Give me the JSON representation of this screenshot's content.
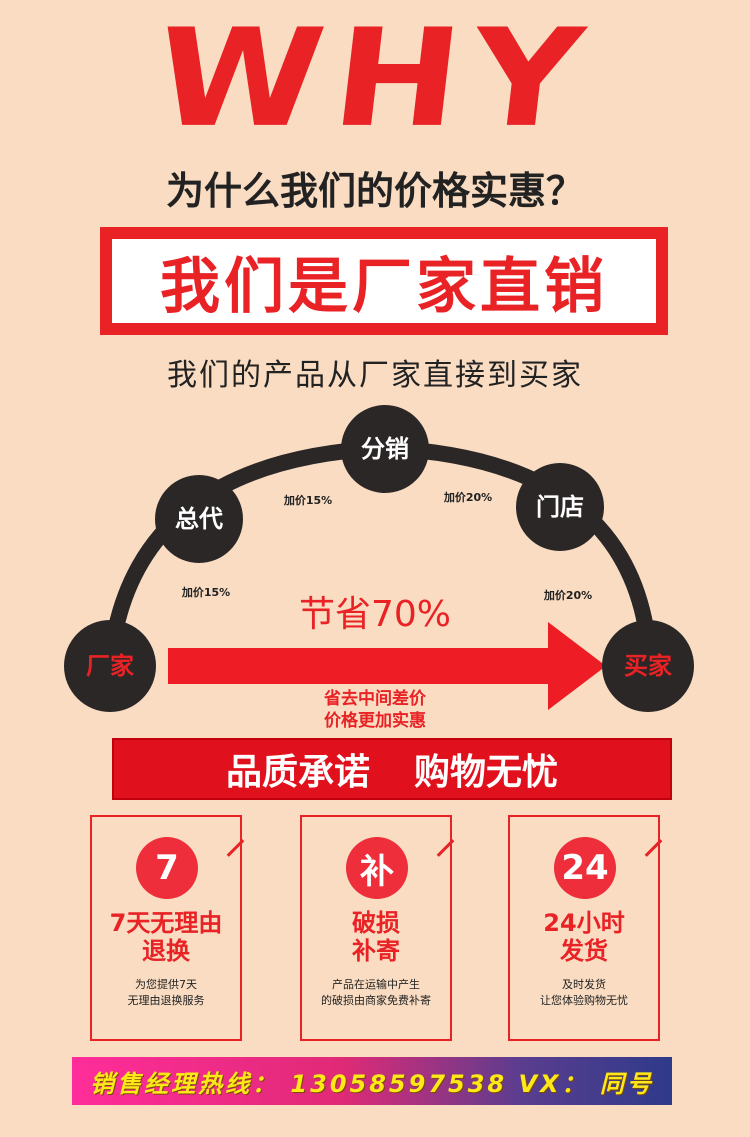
{
  "header": {
    "title": "WHY",
    "subtitle": "为什么我们的价格实惠？",
    "banner": "我们是厂家直销",
    "description": "我们的产品从厂家直接到买家"
  },
  "flow": {
    "nodes": [
      "厂家",
      "总代",
      "分销",
      "门店",
      "买家"
    ],
    "markups": [
      "加价15%",
      "加价15%",
      "加价20%",
      "加价20%"
    ],
    "savings": "节省70%",
    "note_line1": "省去中间差价",
    "note_line2": "价格更加实惠",
    "colors": {
      "accent": "#e82225",
      "node": "#2b2727",
      "arrow": "#ee1c24"
    }
  },
  "quality": {
    "left": "品质承诺",
    "right": "购物无忧"
  },
  "cards": [
    {
      "icon": "7",
      "title_line1": "7天无理由",
      "title_line2": "退换",
      "desc_line1": "为您提供7天",
      "desc_line2": "无理由退换服务"
    },
    {
      "icon": "补",
      "title_line1": "破损",
      "title_line2": "补寄",
      "desc_line1": "产品在运输中产生",
      "desc_line2": "的破损由商家免费补寄"
    },
    {
      "icon": "24",
      "title_line1": "24小时",
      "title_line2": "发货",
      "desc_line1": "及时发货",
      "desc_line2": "让您体验购物无忧"
    }
  ],
  "hotline": {
    "text": "销售经理热线： 13058597538  VX： 同号"
  }
}
